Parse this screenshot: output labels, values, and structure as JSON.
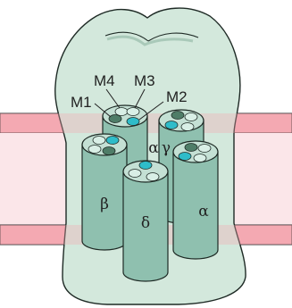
{
  "labels": {
    "m1": "M1",
    "m2": "M2",
    "m3": "M3",
    "m4": "M4"
  },
  "subunits": {
    "alpha_back": "α",
    "gamma": "γ",
    "beta": "β",
    "delta": "δ",
    "alpha_front": "α"
  },
  "colors": {
    "extracellular_domain": "#d3e8dc",
    "domain_outline": "#1e2a25",
    "membrane_band": "#f4a9b3",
    "membrane_core": "#fbe6e9",
    "cylinder_body": "#8fc0af",
    "cylinder_top": "#c4e0d4",
    "helix_dark": "#4f7d68",
    "helix_light": "#d9efe6",
    "helix_cyan": "#2fbcc9"
  }
}
